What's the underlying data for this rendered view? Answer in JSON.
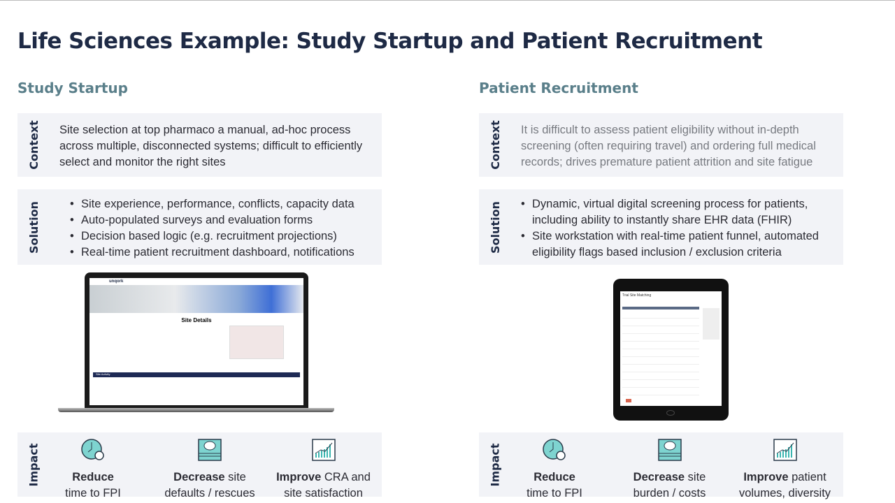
{
  "title": "Life Sciences Example:  Study Startup and Patient Recruitment",
  "left": {
    "heading": "Study Startup",
    "context_label": "Context",
    "context": "Site selection at top pharmaco a manual, ad-hoc process across multiple, disconnected systems; difficult to efficiently select and monitor the right sites",
    "solution_label": "Solution",
    "solution": [
      "Site experience, performance, conflicts, capacity data",
      "Auto-populated surveys and evaluation forms",
      "Decision based logic (e.g. recruitment projections)",
      "Real-time patient recruitment dashboard, notifications"
    ],
    "screen": {
      "brand": "unqork",
      "heading": "Site Details",
      "bar": "Site Activity"
    },
    "impact_label": "Impact",
    "impact": [
      {
        "icon": "clock-gear-icon",
        "bold": "Reduce",
        "rest": "time to FPI"
      },
      {
        "icon": "money-icon",
        "bold": "Decrease",
        "rest": " site defaults / rescues"
      },
      {
        "icon": "growth-chart-icon",
        "bold": "Improve",
        "rest": " CRA and site satisfaction"
      }
    ]
  },
  "right": {
    "heading": "Patient Recruitment",
    "context_label": "Context",
    "context": "It is difficult to assess patient eligibility without in-depth screening (often requiring travel) and ordering full medical records; drives premature patient attrition and site fatigue",
    "solution_label": "Solution",
    "solution": [
      "Dynamic, virtual digital screening process for patients, including ability to instantly share EHR data (FHIR)",
      "Site workstation with real-time patient funnel, automated eligibility flags based inclusion / exclusion criteria"
    ],
    "screen": {
      "heading": "Trial Site Matching"
    },
    "impact_label": "Impact",
    "impact": [
      {
        "icon": "clock-gear-icon",
        "bold": "Reduce",
        "rest": "time to FPI"
      },
      {
        "icon": "money-icon",
        "bold": "Decrease",
        "rest": " site burden / costs"
      },
      {
        "icon": "growth-chart-icon",
        "bold": "Improve",
        "rest": " patient volumes, diversity"
      }
    ]
  }
}
